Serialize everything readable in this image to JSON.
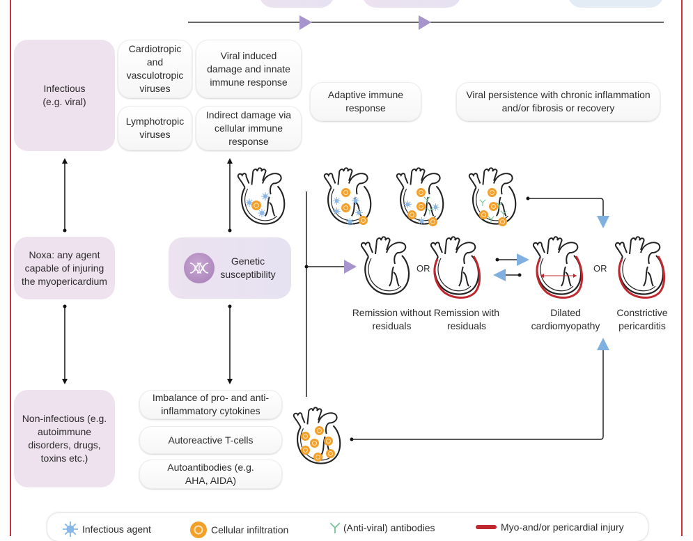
{
  "top_boxes": {
    "left_stub": "",
    "middle_stub": "",
    "right_stub": ""
  },
  "causes": {
    "infectious": "Infectious\n(e.g. viral)",
    "noxa": "Noxa: any agent capable of injuring the myopericardium",
    "non_infectious": "Non-infectious (e.g. autoimmune disorders, drugs, toxins etc.)"
  },
  "virus_types": {
    "cardiotropic": "Cardiotropic and vasculotropic viruses",
    "lymphotropic": "Lymphotropic viruses"
  },
  "mechanisms": {
    "viral_induced": "Viral induced damage and innate immune response",
    "indirect": "Indirect damage via cellular immune response",
    "adaptive": "Adaptive immune response",
    "persistence": "Viral persistence with chronic inflammation and/or fibrosis or recovery"
  },
  "genetic": {
    "label": "Genetic susceptibility",
    "icon": "dna-icon"
  },
  "non_infectious_mechanisms": [
    "Imbalance of pro- and anti-inflammatory cytokines",
    "Autoreactive T-cells",
    "Autoantibodies (e.g. AHA, AIDA)"
  ],
  "outcomes": [
    {
      "label": "Remission without residuals"
    },
    {
      "label": "Remission with residuals"
    },
    {
      "label": "Dilated cardiomyopathy"
    },
    {
      "label": "Constrictive pericarditis"
    }
  ],
  "or_label": "OR",
  "legend": [
    {
      "icon": "infectious-agent-icon",
      "label": "Infectious agent"
    },
    {
      "icon": "cellular-infiltration-icon",
      "label": "Cellular infiltration"
    },
    {
      "icon": "antibody-icon",
      "label": "(Anti-viral) antibodies"
    },
    {
      "icon": "injury-line-icon",
      "label": "Myo-and/or pericardial injury"
    }
  ],
  "colors": {
    "frame": "#c8323c",
    "purple_arrow": "#a894cc",
    "blue_arrow": "#7fb0e0",
    "virus": "#8ab8e6",
    "cell": "#f2a02a",
    "antibody": "#7cc49a",
    "injury": "#c0282f"
  }
}
